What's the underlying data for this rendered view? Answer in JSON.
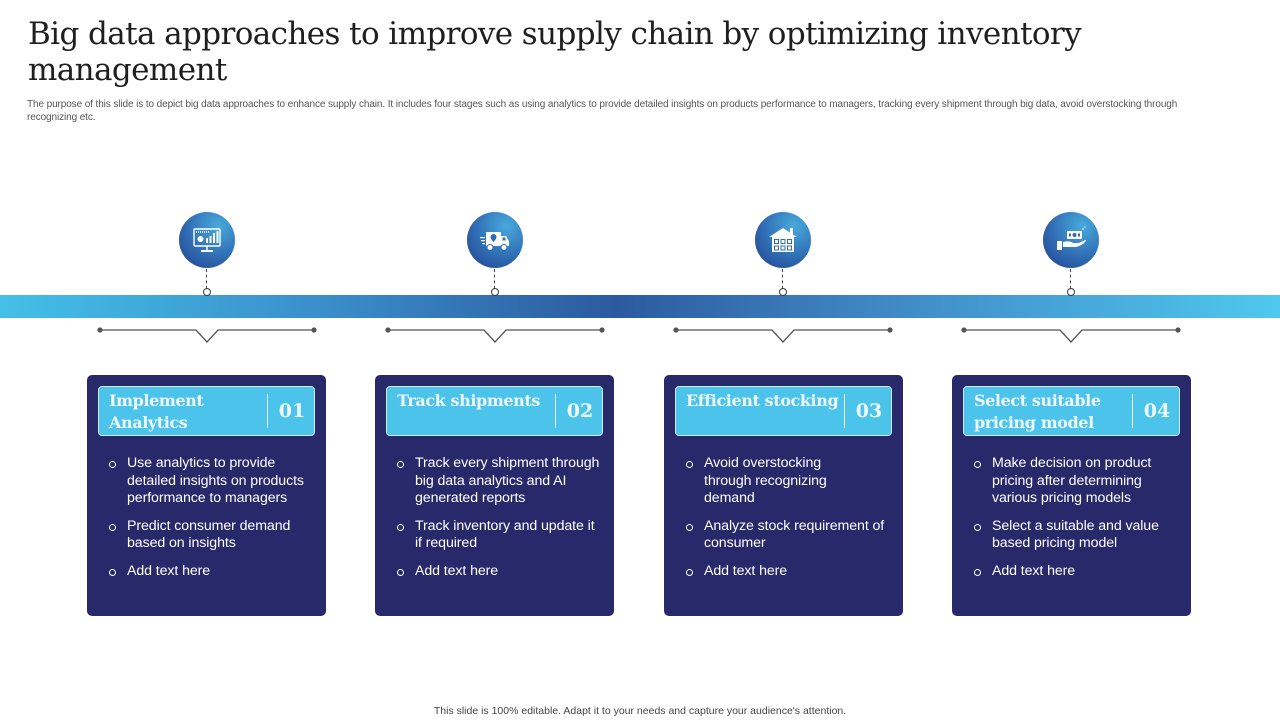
{
  "slide": {
    "title": "Big data approaches to improve supply chain by optimizing inventory management",
    "subtitle": "The purpose of this slide is to depict big data approaches to enhance supply chain. It includes four stages such as using analytics to provide detailed insights on products performance to managers, tracking every shipment through big data, avoid overstocking through recognizing etc.",
    "footer": "This slide is 100% editable.  Adapt it to your needs and capture your audience's attention."
  },
  "colors": {
    "card_bg": "#27296a",
    "card_header": "#4bc3ea",
    "timeline_start": "#44c0e8",
    "timeline_mid": "#2c5aa0",
    "timeline_end": "#4fc8ef",
    "icon_circle": "#2f6cb3"
  },
  "stages": [
    {
      "number": "01",
      "title": "Implement Analytics",
      "icon": "analytics-monitor-icon",
      "bullets": [
        "Use analytics to provide detailed insights on products performance to managers",
        "Predict consumer demand based on insights",
        "Add text here"
      ]
    },
    {
      "number": "02",
      "title": "Track shipments",
      "icon": "delivery-truck-icon",
      "bullets": [
        "Track every shipment through big data analytics and AI generated reports",
        "Track inventory and update it if required",
        "Add text here"
      ]
    },
    {
      "number": "03",
      "title": "Efficient stocking",
      "icon": "warehouse-icon",
      "bullets": [
        "Avoid overstocking through recognizing demand",
        "Analyze stock requirement of consumer",
        "Add text here"
      ]
    },
    {
      "number": "04",
      "title": "Select suitable pricing model",
      "icon": "money-hand-icon",
      "bullets": [
        "Make decision on product pricing after determining various pricing models",
        "Select a suitable and value based pricing model",
        "Add text here"
      ]
    }
  ]
}
